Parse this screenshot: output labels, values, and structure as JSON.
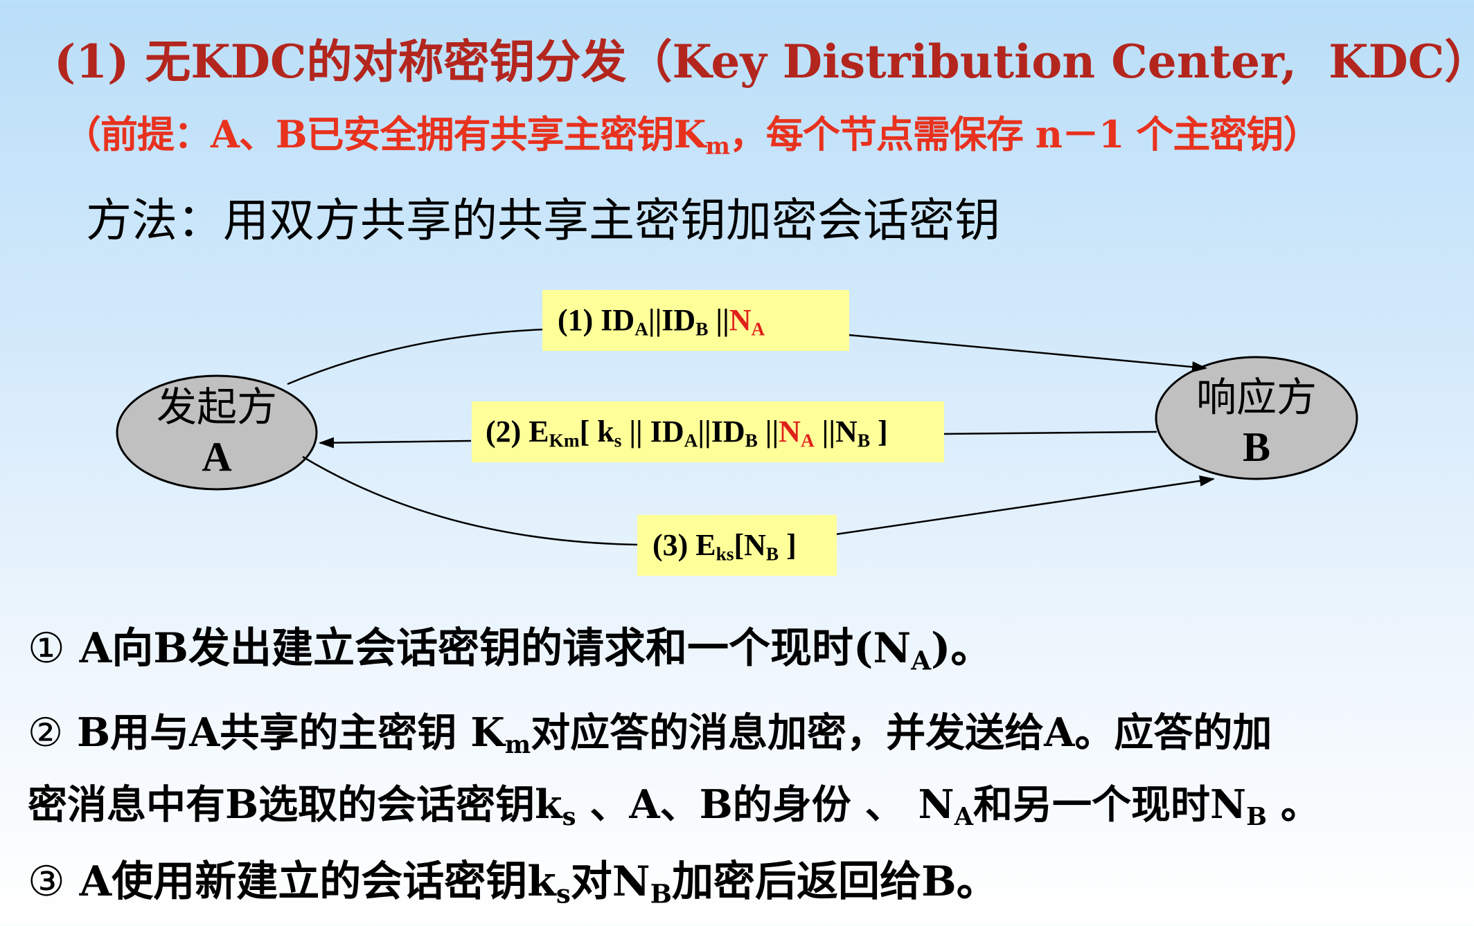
{
  "title": {
    "prefix": "(1) 无KDC的对称密钥分发（",
    "key_term": "Key Distribution Center,",
    "abbr": "KDC",
    "close": "）"
  },
  "premise": {
    "text_before": "（前提：A、B已安全拥有共享主密钥K",
    "sub": "m",
    "text_after": "，每个节点需保存 n－1 个主密钥）"
  },
  "method": "方法：用双方共享的共享主密钥加密会话密钥",
  "diagram": {
    "node_a": {
      "line1": "发起方",
      "line2": "A"
    },
    "node_b": {
      "line1": "响应方",
      "line2": "B"
    },
    "msg1": {
      "prefix": "(1)  ID",
      "sub_a": "A",
      "mid": "||ID",
      "sub_b": "B",
      "sep": " ||",
      "nonce": "N",
      "nonce_sub": "A"
    },
    "msg2": {
      "prefix": "(2) E",
      "key_sub": "Km",
      "p1": "[ k",
      "ks_sub": "s",
      "p2": " || ID",
      "sub_a": "A",
      "p3": "||ID",
      "sub_b": "B",
      "p4": " ||",
      "nonce_a": "N",
      "nonce_a_sub": "A",
      "p5": " ||N",
      "nb_sub": "B",
      "close": " ]"
    },
    "msg3": {
      "prefix": "(3) E",
      "key_sub": "ks",
      "p1": "[N",
      "nb_sub": "B",
      "close": " ]"
    },
    "colors": {
      "label_bg": "#ffff99",
      "node_fill": "#c0c0c0",
      "nonce_red": "#e0201a"
    }
  },
  "steps": {
    "s1": {
      "circ": "①",
      "text": " A向B发出建立会话密钥的请求和一个现时(N",
      "sub": "A",
      "end": ")。"
    },
    "s2": {
      "circ": "②",
      "line1_a": " B用与A共享的主密钥 K",
      "line1_sub": "m",
      "line1_b": "对应答的消息加密，并发送给A。应答的加",
      "line2_a": "密消息中有B选取的会话密钥k",
      "line2_sub1": "s",
      "line2_b": " 、A、B的身份 、 N",
      "line2_sub2": "A",
      "line2_c": "和另一个现时N",
      "line2_sub3": "B",
      "line2_d": " 。"
    },
    "s3": {
      "circ": "③",
      "text_a": " A使用新建立的会话密钥k",
      "sub1": "s",
      "text_b": "对N",
      "sub2": "B",
      "text_c": "加密后返回给B。"
    }
  },
  "colors": {
    "title": "#b3261e",
    "premise": "#e8321e"
  }
}
